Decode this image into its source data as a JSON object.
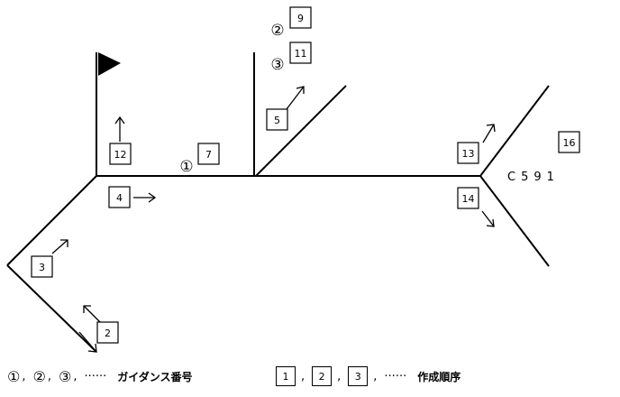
{
  "diagram": {
    "pipe_code": "C591",
    "step_boxes": [
      "7",
      "9",
      "11",
      "12",
      "4",
      "5",
      "3",
      "2",
      "13",
      "14",
      "16"
    ],
    "guidance_marks": [
      "①",
      "②",
      "③"
    ]
  },
  "legend": {
    "guidance_items": [
      "①",
      "②",
      "③"
    ],
    "guidance_dots": "······",
    "guidance_label": "ガイダンス番号",
    "order_items": [
      "1",
      "2",
      "3"
    ],
    "order_dots": "······",
    "order_label": "作成順序",
    "separator": ","
  }
}
